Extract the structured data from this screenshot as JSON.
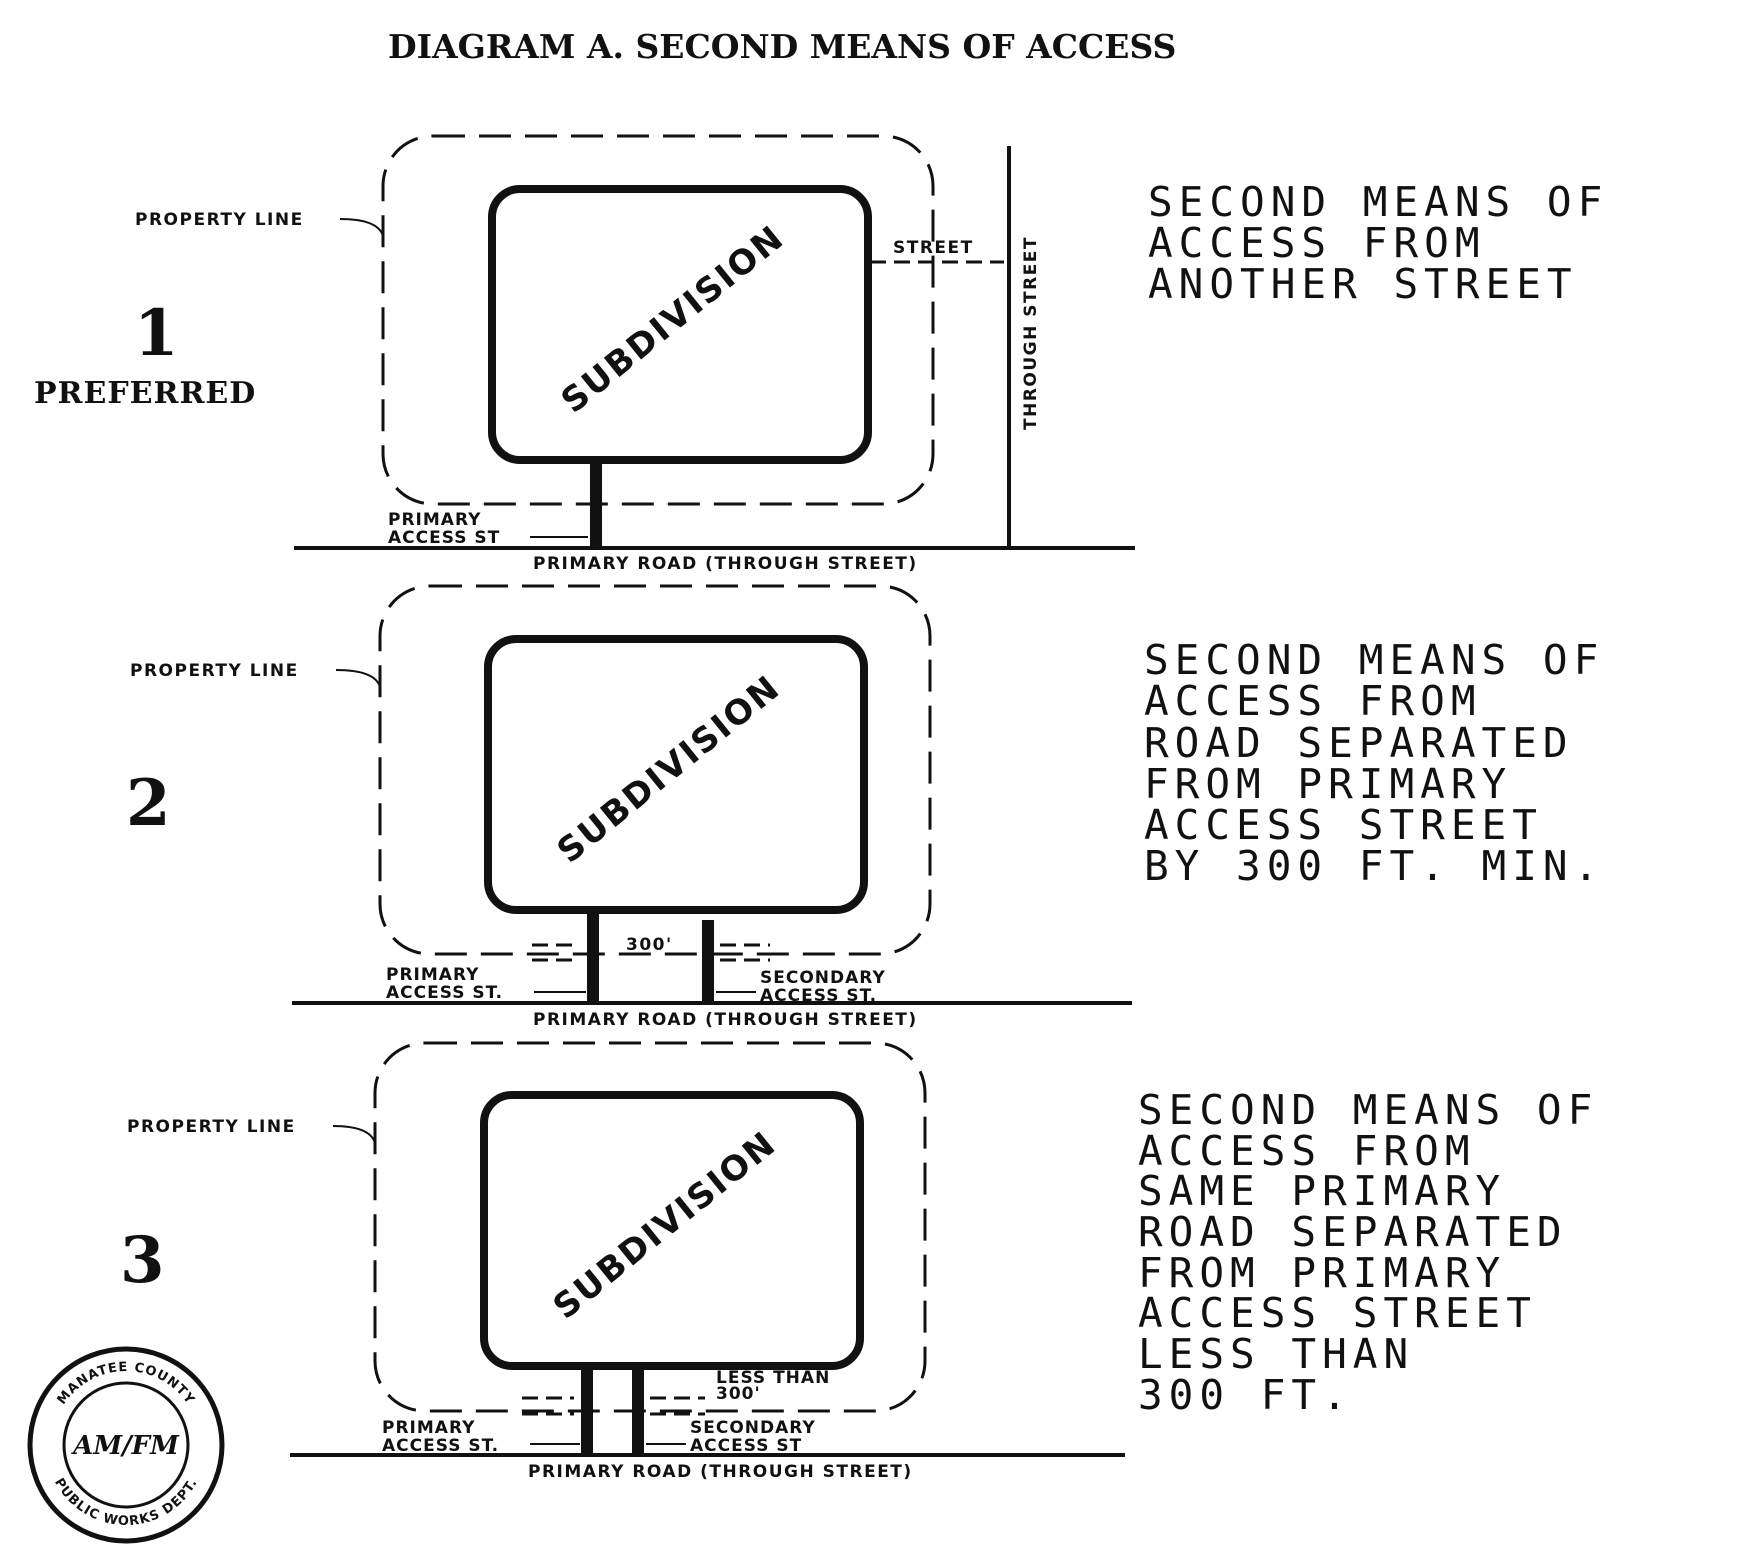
{
  "title": "DIAGRAM A. SECOND MEANS OF ACCESS",
  "common": {
    "property_line": "PROPERTY LINE",
    "subdivision": "SUBDIVISION",
    "primary_road": "PRIMARY ROAD (THROUGH STREET)"
  },
  "panels": [
    {
      "number": "1",
      "subtitle": "PREFERRED",
      "street_label": "STREET",
      "through_street": "THROUGH STREET",
      "primary_access": [
        "PRIMARY",
        "ACCESS ST"
      ],
      "description": [
        "SECOND MEANS OF",
        "ACCESS FROM",
        "ANOTHER STREET"
      ]
    },
    {
      "number": "2",
      "distance_label": "300'",
      "primary_access": [
        "PRIMARY",
        "ACCESS ST."
      ],
      "secondary_access": [
        "SECONDARY",
        "ACCESS ST."
      ],
      "description": [
        "SECOND MEANS OF",
        "ACCESS FROM",
        "ROAD SEPARATED",
        "FROM PRIMARY",
        "ACCESS STREET",
        "BY 300 FT. MIN."
      ]
    },
    {
      "number": "3",
      "distance_label": [
        "LESS THAN",
        "300'"
      ],
      "primary_access": [
        "PRIMARY",
        "ACCESS ST."
      ],
      "secondary_access": [
        "SECONDARY",
        "ACCESS ST"
      ],
      "description": [
        "SECOND MEANS OF",
        "ACCESS FROM",
        "SAME PRIMARY",
        "ROAD SEPARATED",
        "FROM PRIMARY",
        "ACCESS STREET",
        "LESS THAN",
        "300 FT."
      ]
    }
  ],
  "seal": {
    "top_text": "MANATEE COUNTY",
    "bottom_text": "PUBLIC WORKS DEPT.",
    "monogram": "AM/FM"
  }
}
